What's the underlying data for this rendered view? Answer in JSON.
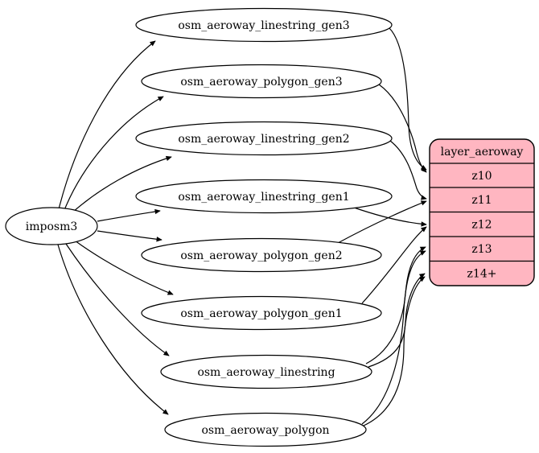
{
  "diagram": {
    "source": {
      "label": "imposm3"
    },
    "tables": [
      {
        "label": "osm_aeroway_linestring_gen3"
      },
      {
        "label": "osm_aeroway_polygon_gen3"
      },
      {
        "label": "osm_aeroway_linestring_gen2"
      },
      {
        "label": "osm_aeroway_linestring_gen1"
      },
      {
        "label": "osm_aeroway_polygon_gen2"
      },
      {
        "label": "osm_aeroway_polygon_gen1"
      },
      {
        "label": "osm_aeroway_linestring"
      },
      {
        "label": "osm_aeroway_polygon"
      }
    ],
    "layer": {
      "title": "layer_aeroway",
      "zoom_rows": [
        "z10",
        "z11",
        "z12",
        "z13",
        "z14+"
      ],
      "fill_color": "#ffb6c1"
    },
    "edges": [
      {
        "from": "imposm3",
        "to": "osm_aeroway_linestring_gen3"
      },
      {
        "from": "imposm3",
        "to": "osm_aeroway_polygon_gen3"
      },
      {
        "from": "imposm3",
        "to": "osm_aeroway_linestring_gen2"
      },
      {
        "from": "imposm3",
        "to": "osm_aeroway_linestring_gen1"
      },
      {
        "from": "imposm3",
        "to": "osm_aeroway_polygon_gen2"
      },
      {
        "from": "imposm3",
        "to": "osm_aeroway_polygon_gen1"
      },
      {
        "from": "imposm3",
        "to": "osm_aeroway_linestring"
      },
      {
        "from": "imposm3",
        "to": "osm_aeroway_polygon"
      },
      {
        "from": "osm_aeroway_linestring_gen3",
        "to": "z10"
      },
      {
        "from": "osm_aeroway_polygon_gen3",
        "to": "z10"
      },
      {
        "from": "osm_aeroway_linestring_gen2",
        "to": "z11"
      },
      {
        "from": "osm_aeroway_polygon_gen2",
        "to": "z11"
      },
      {
        "from": "osm_aeroway_linestring_gen1",
        "to": "z12"
      },
      {
        "from": "osm_aeroway_polygon_gen1",
        "to": "z12"
      },
      {
        "from": "osm_aeroway_linestring",
        "to": "z13"
      },
      {
        "from": "osm_aeroway_polygon",
        "to": "z13"
      },
      {
        "from": "osm_aeroway_linestring",
        "to": "z14+"
      },
      {
        "from": "osm_aeroway_polygon",
        "to": "z14+"
      }
    ]
  }
}
